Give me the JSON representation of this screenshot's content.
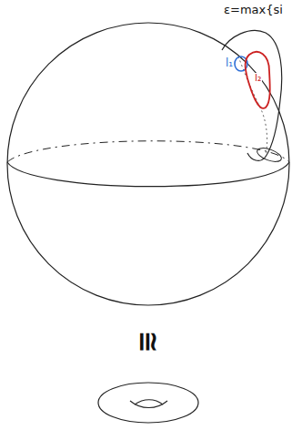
{
  "diagram": {
    "labels": [
      "ε=max{si",
      "l₁",
      "l₂",
      "≅"
    ]
  }
}
